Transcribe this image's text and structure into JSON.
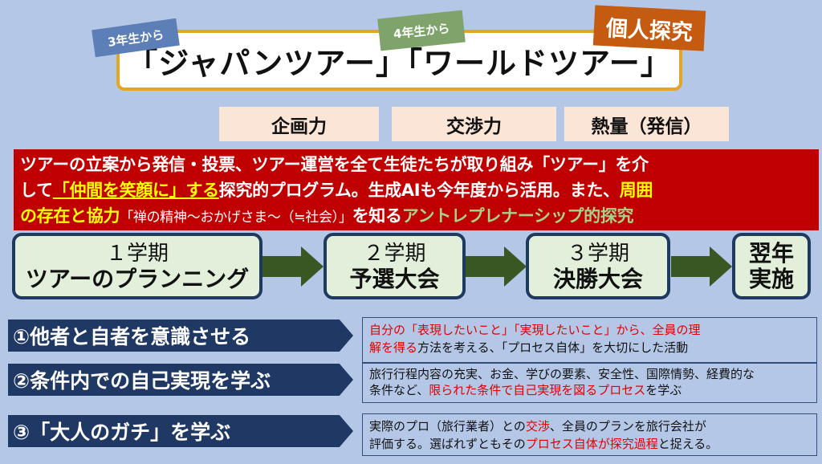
{
  "title": "「ジャパンツアー」「ワールドツアー」",
  "tags": [
    "3年生から",
    "4年生から",
    "個人探究"
  ],
  "skills": [
    "企画力",
    "交渉力",
    "熱量（発信）"
  ],
  "summary": {
    "l1": "ツアーの立案から発信・投票、ツアー運営を全て生徒たちが取り組み「ツアー」を介",
    "l2a": "して",
    "l2b": "「仲間を笑顔に」する",
    "l2c": "探究的プログラム。生成AIも今年度から活用。また、",
    "l2d": "周囲",
    "l3a": "の存在と協力",
    "l3b": "「禅の精神～おかげさま～（≒社会）」",
    "l3c": "を知る",
    "l3d": "アントレプレナーシップ的探究"
  },
  "phases": [
    {
      "term": "１学期",
      "name": "ツアーのプランニング"
    },
    {
      "term": "２学期",
      "name": "予選大会"
    },
    {
      "term": "３学期",
      "name": "決勝大会"
    },
    {
      "term": "翌年",
      "name": "実施"
    }
  ],
  "goals": [
    {
      "label": "①他者と自者を意識させる",
      "d": [
        "自分の「表現したいこと」「実現したいこと」から、全員の理",
        "解を得る",
        "方法を考える、「プロセス自体」を大切にした活動"
      ]
    },
    {
      "label": "②条件内での自己実現を学ぶ",
      "d": [
        "旅行行程内容の充実、お金、学びの要素、安全性、国際情勢、経費的な",
        "条件など、",
        "限られた条件で自己実現を図るプロセス",
        "を学ぶ"
      ]
    },
    {
      "label": "③「大人のガチ」を学ぶ",
      "d": [
        "実際のプロ（旅行業者）との",
        "交渉",
        "、全員のプランを旅行会社が",
        "評価する。選ばれずともその",
        "プロセス自体が探究過程",
        "と捉える。"
      ]
    }
  ],
  "colors": {
    "background": "#b4c7e7",
    "red": "#c00000",
    "navy": "#1f3864",
    "arrow": "#385723"
  }
}
